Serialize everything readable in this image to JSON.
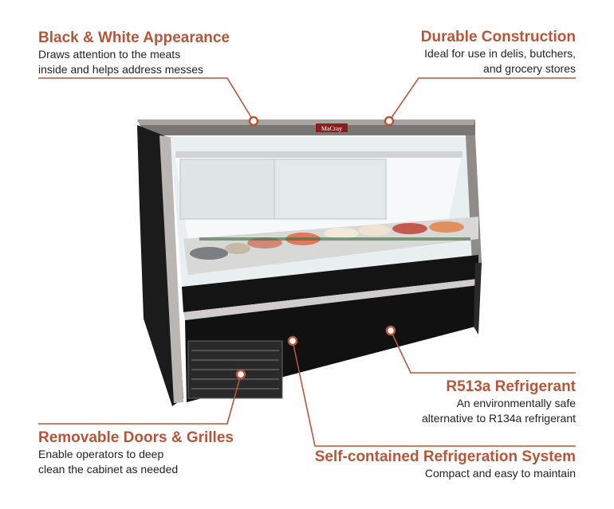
{
  "accent_color": "#b5563a",
  "callouts": {
    "appearance": {
      "title": "Black & White Appearance",
      "desc": "Draws attention to the meats\ninside and helps address messes"
    },
    "construction": {
      "title": "Durable Construction",
      "desc": "Ideal for use in delis, butchers,\nand grocery stores"
    },
    "refrigerant": {
      "title": "R513a Refrigerant",
      "desc": "An environmentally safe\nalternative to R134a refrigerant"
    },
    "doors": {
      "title": "Removable Doors & Grilles",
      "desc": "Enable operators to deep\nclean the cabinet as needed"
    },
    "system": {
      "title": "Self-contained Refrigeration System",
      "desc": "Compact and easy to maintain"
    }
  },
  "product": {
    "logo_text": "MaCray",
    "icons": [
      "deli-display-case-image"
    ]
  }
}
